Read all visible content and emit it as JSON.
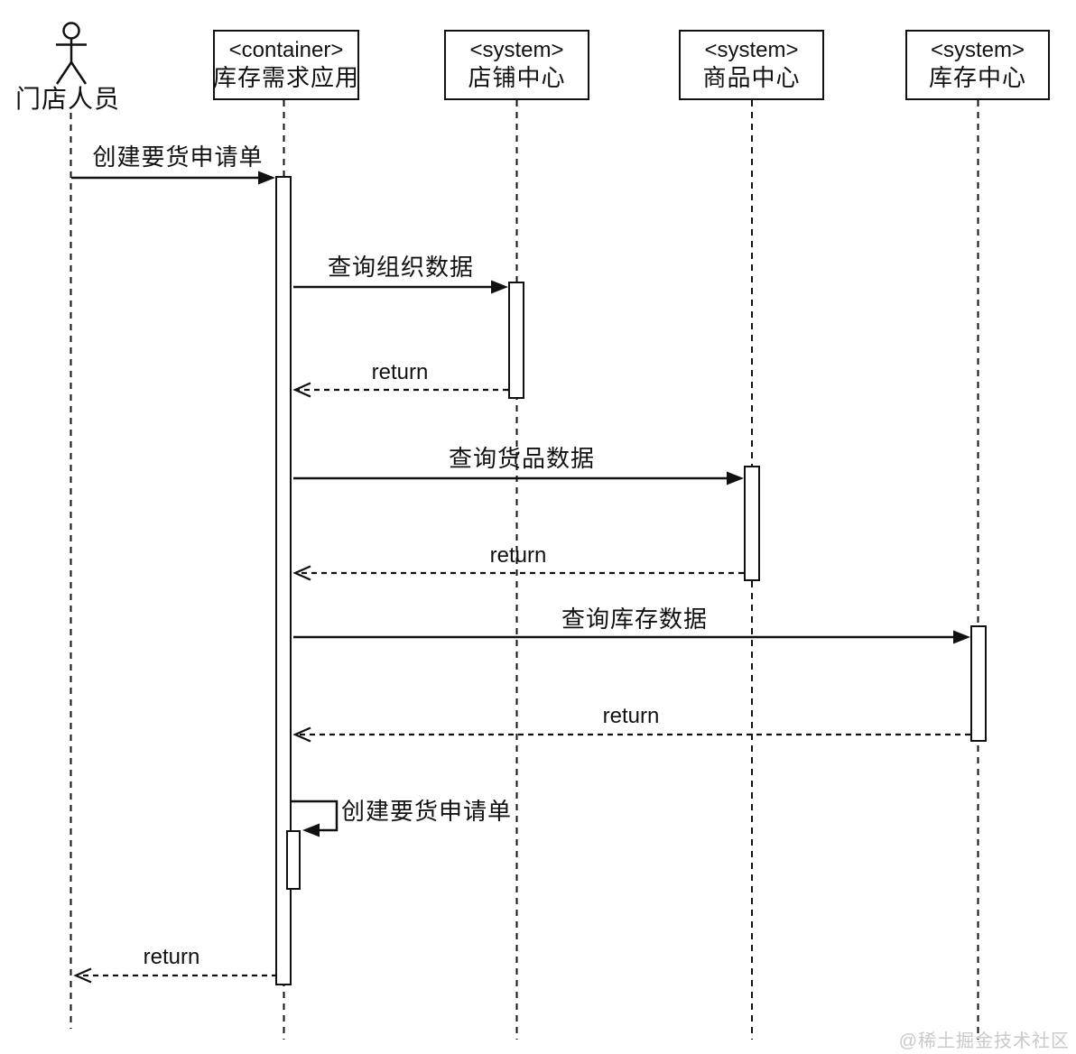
{
  "diagram": {
    "type": "uml-sequence",
    "actor": {
      "label": "门店人员"
    },
    "participants": [
      {
        "stereotype": "<container>",
        "name": "库存需求应用"
      },
      {
        "stereotype": "<system>",
        "name": "店铺中心"
      },
      {
        "stereotype": "<system>",
        "name": "商品中心"
      },
      {
        "stereotype": "<system>",
        "name": "库存中心"
      }
    ],
    "messages": [
      {
        "from": "门店人员",
        "to": "库存需求应用",
        "label": "创建要货申请单",
        "type": "sync"
      },
      {
        "from": "库存需求应用",
        "to": "店铺中心",
        "label": "查询组织数据",
        "type": "sync"
      },
      {
        "from": "店铺中心",
        "to": "库存需求应用",
        "label": "return",
        "type": "return"
      },
      {
        "from": "库存需求应用",
        "to": "商品中心",
        "label": "查询货品数据",
        "type": "sync"
      },
      {
        "from": "商品中心",
        "to": "库存需求应用",
        "label": "return",
        "type": "return"
      },
      {
        "from": "库存需求应用",
        "to": "库存中心",
        "label": "查询库存数据",
        "type": "sync"
      },
      {
        "from": "库存中心",
        "to": "库存需求应用",
        "label": "return",
        "type": "return"
      },
      {
        "from": "库存需求应用",
        "to": "库存需求应用",
        "label": "创建要货申请单",
        "type": "self"
      },
      {
        "from": "库存需求应用",
        "to": "门店人员",
        "label": "return",
        "type": "return"
      }
    ],
    "watermark": "@稀土掘金技术社区",
    "colors": {
      "line": "#111111",
      "background": "#ffffff",
      "watermark": "#c9c9c9"
    }
  }
}
